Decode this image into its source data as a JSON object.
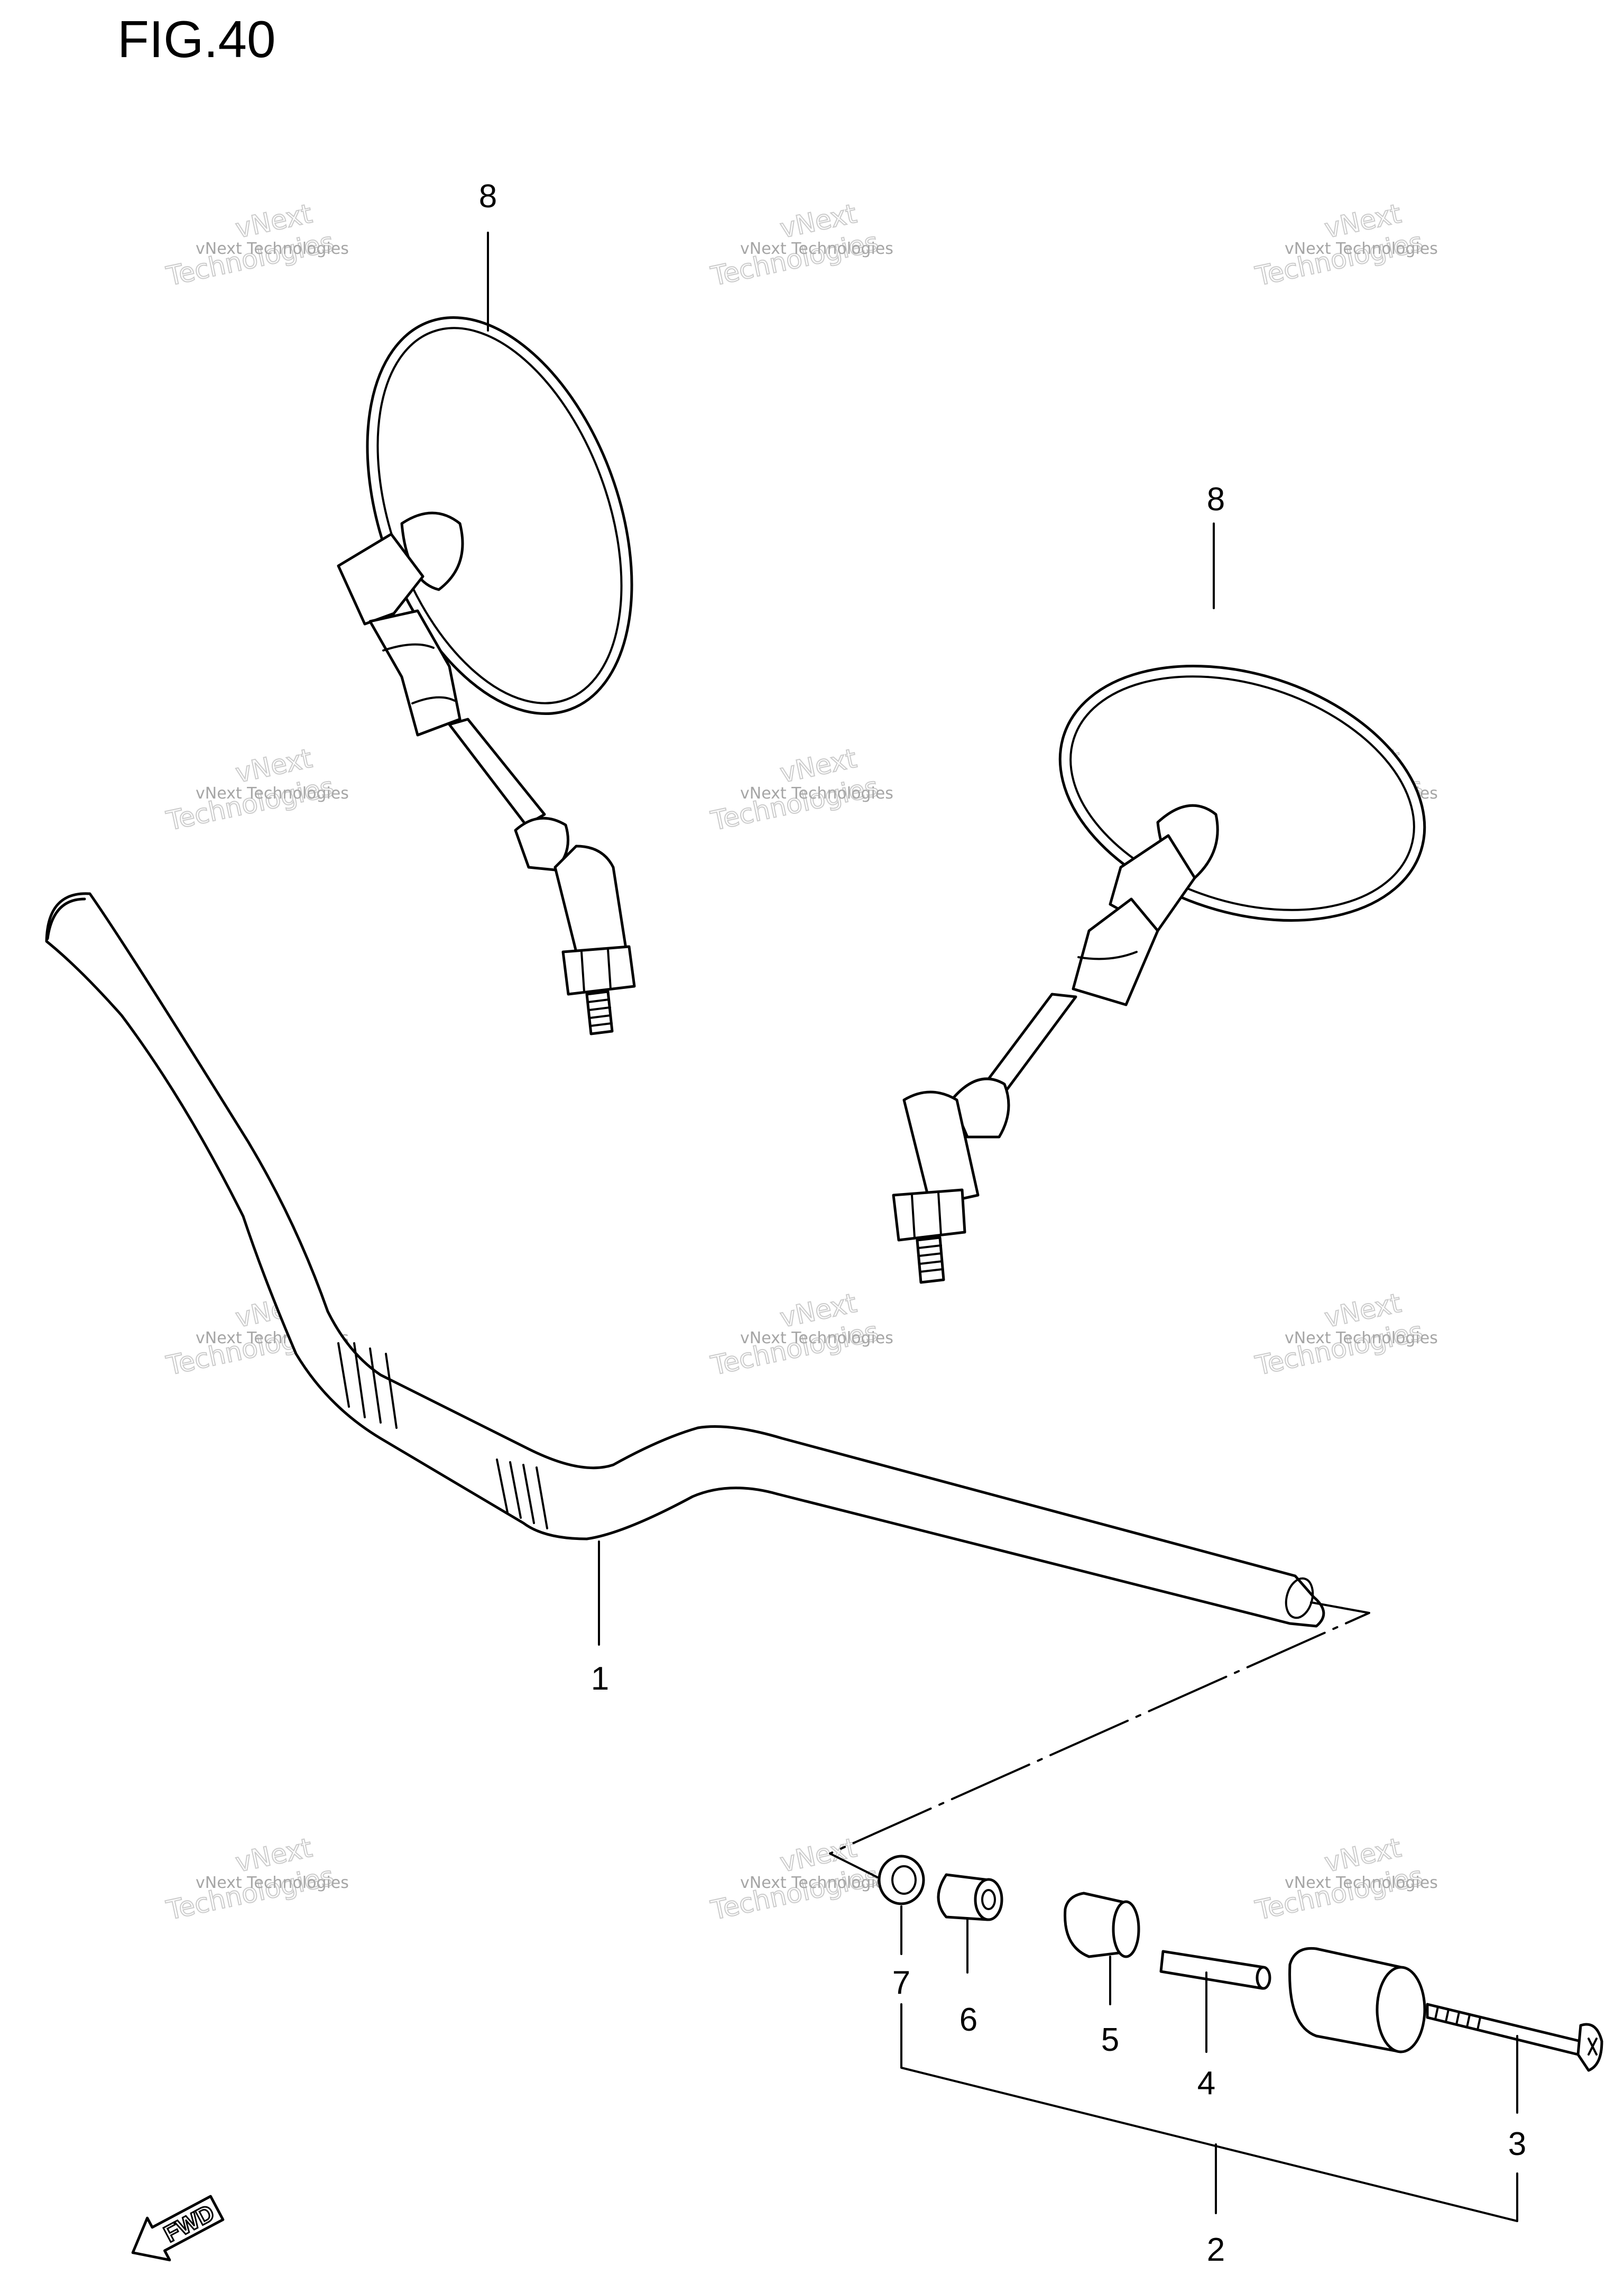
{
  "figure": {
    "title": "FIG.40"
  },
  "callouts": [
    {
      "id": "1",
      "label": "1"
    },
    {
      "id": "2",
      "label": "2"
    },
    {
      "id": "3",
      "label": "3"
    },
    {
      "id": "4",
      "label": "4"
    },
    {
      "id": "5",
      "label": "5"
    },
    {
      "id": "6",
      "label": "6"
    },
    {
      "id": "7",
      "label": "7"
    },
    {
      "id": "8a",
      "label": "8"
    },
    {
      "id": "8b",
      "label": "8"
    }
  ],
  "watermark": {
    "line1": "vNext Technologies",
    "line2": "vNext",
    "line3": "Technologies"
  },
  "direction_badge": {
    "label": "FWD"
  }
}
